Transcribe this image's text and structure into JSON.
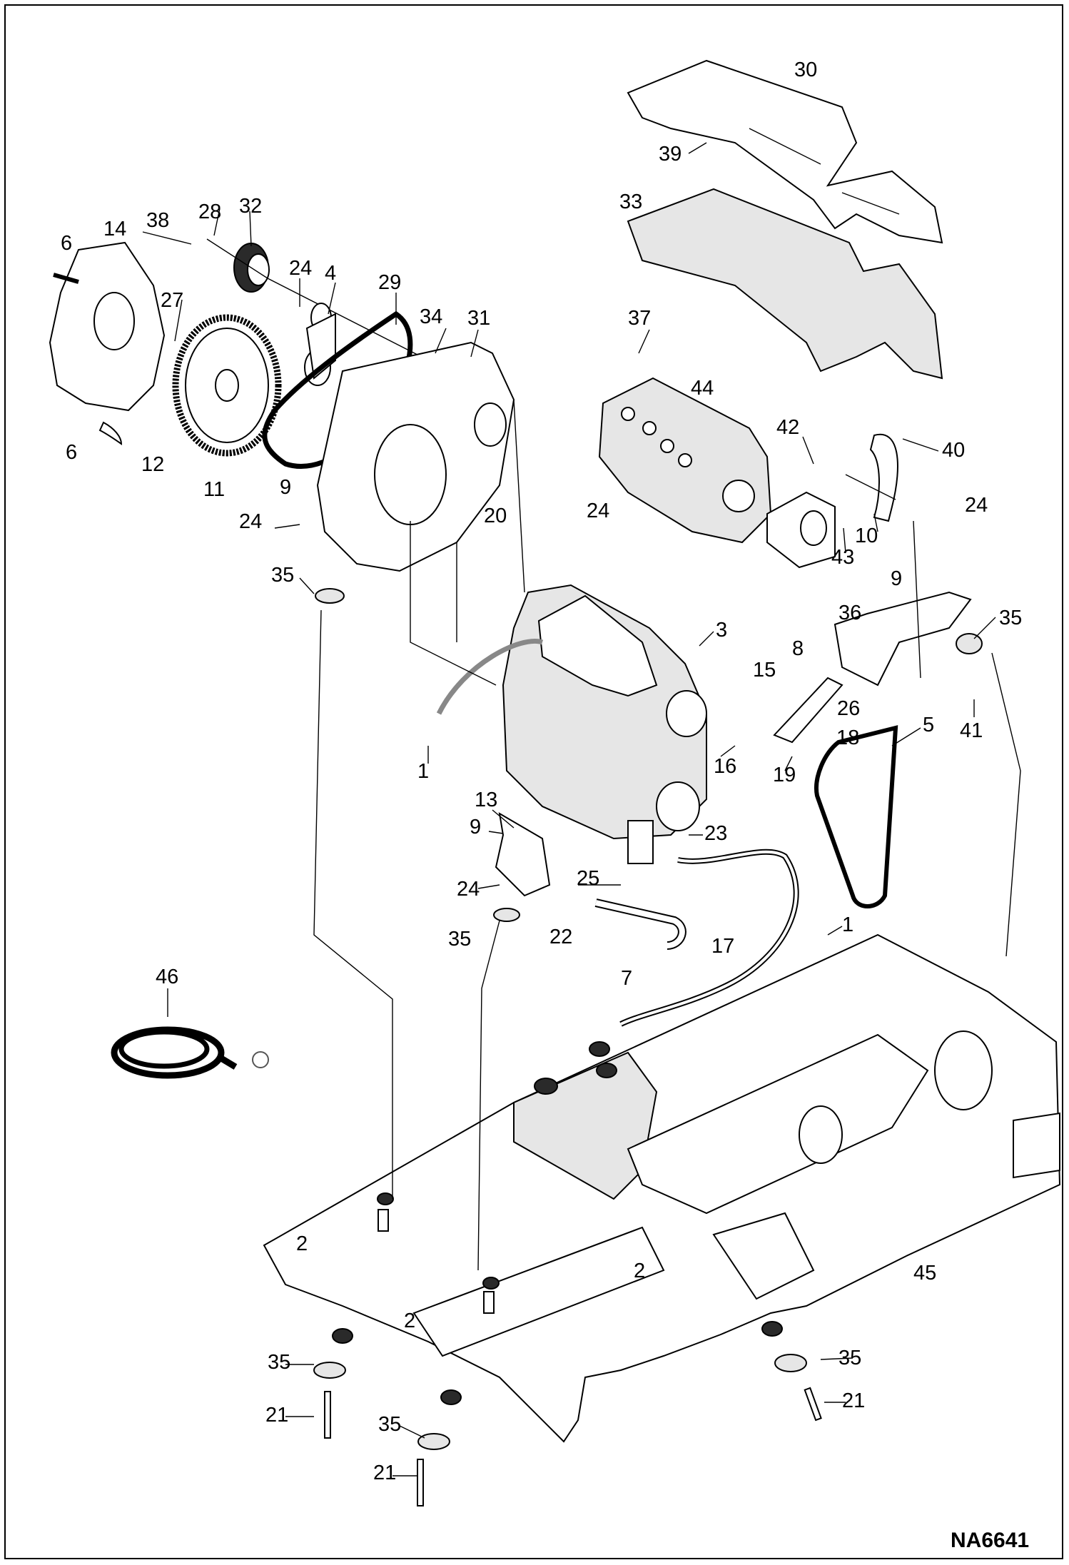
{
  "figure_id": "NA6641",
  "callouts": [
    {
      "n": "30"
    },
    {
      "n": "39"
    },
    {
      "n": "33"
    },
    {
      "n": "6"
    },
    {
      "n": "14"
    },
    {
      "n": "38"
    },
    {
      "n": "28"
    },
    {
      "n": "32"
    },
    {
      "n": "27"
    },
    {
      "n": "24"
    },
    {
      "n": "4"
    },
    {
      "n": "29"
    },
    {
      "n": "34"
    },
    {
      "n": "31"
    },
    {
      "n": "37"
    },
    {
      "n": "44"
    },
    {
      "n": "42"
    },
    {
      "n": "40"
    },
    {
      "n": "6"
    },
    {
      "n": "12"
    },
    {
      "n": "11"
    },
    {
      "n": "9"
    },
    {
      "n": "20"
    },
    {
      "n": "24"
    },
    {
      "n": "43"
    },
    {
      "n": "10"
    },
    {
      "n": "24"
    },
    {
      "n": "24"
    },
    {
      "n": "35"
    },
    {
      "n": "36"
    },
    {
      "n": "9"
    },
    {
      "n": "35"
    },
    {
      "n": "3"
    },
    {
      "n": "8"
    },
    {
      "n": "15"
    },
    {
      "n": "26"
    },
    {
      "n": "18"
    },
    {
      "n": "5"
    },
    {
      "n": "41"
    },
    {
      "n": "1"
    },
    {
      "n": "16"
    },
    {
      "n": "19"
    },
    {
      "n": "13"
    },
    {
      "n": "9"
    },
    {
      "n": "23"
    },
    {
      "n": "24"
    },
    {
      "n": "25"
    },
    {
      "n": "35"
    },
    {
      "n": "22"
    },
    {
      "n": "7"
    },
    {
      "n": "17"
    },
    {
      "n": "1"
    },
    {
      "n": "46"
    },
    {
      "n": "2"
    },
    {
      "n": "2"
    },
    {
      "n": "2"
    },
    {
      "n": "45"
    },
    {
      "n": "35"
    },
    {
      "n": "35"
    },
    {
      "n": "21"
    },
    {
      "n": "21"
    },
    {
      "n": "35"
    },
    {
      "n": "21"
    }
  ]
}
